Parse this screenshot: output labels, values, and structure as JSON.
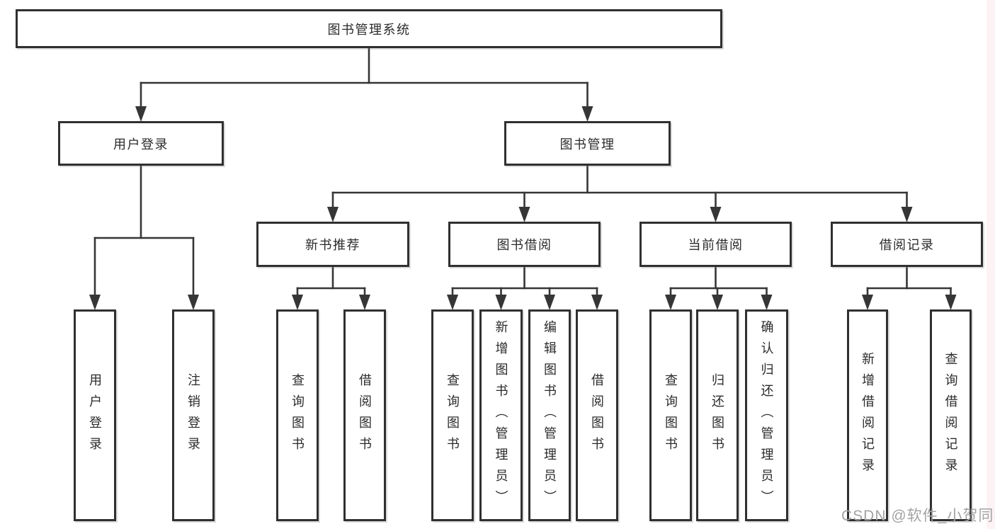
{
  "diagram": {
    "root": {
      "id": "root",
      "label": "图书管理系统",
      "children": [
        {
          "id": "user-login",
          "label": "用户登录",
          "children": [
            {
              "id": "leaf-user-login",
              "label": "用户登录"
            },
            {
              "id": "leaf-logout",
              "label": "注销登录"
            }
          ]
        },
        {
          "id": "book-mgmt",
          "label": "图书管理",
          "children": [
            {
              "id": "new-book-recommend",
              "label": "新书推荐",
              "children": [
                {
                  "id": "leaf-query-book-1",
                  "label": "查询图书"
                },
                {
                  "id": "leaf-borrow-book-1",
                  "label": "借阅图书"
                }
              ]
            },
            {
              "id": "book-borrow",
              "label": "图书借阅",
              "children": [
                {
                  "id": "leaf-query-book-2",
                  "label": "查询图书"
                },
                {
                  "id": "leaf-add-book",
                  "label": "新增图书（管理员）"
                },
                {
                  "id": "leaf-edit-book",
                  "label": "编辑图书（管理员）"
                },
                {
                  "id": "leaf-borrow-book-2",
                  "label": "借阅图书"
                }
              ]
            },
            {
              "id": "current-borrow",
              "label": "当前借阅",
              "children": [
                {
                  "id": "leaf-query-book-3",
                  "label": "查询图书"
                },
                {
                  "id": "leaf-return-book",
                  "label": "归还图书"
                },
                {
                  "id": "leaf-confirm-return",
                  "label": "确认归还（管理员）"
                }
              ]
            },
            {
              "id": "borrow-record",
              "label": "借阅记录",
              "children": [
                {
                  "id": "leaf-add-record",
                  "label": "新增借阅记录"
                },
                {
                  "id": "leaf-query-record",
                  "label": "查询借阅记录"
                }
              ]
            }
          ]
        }
      ]
    }
  },
  "watermark": {
    "text": "CSDN @软件_小贺同学"
  },
  "colors": {
    "line": "#363636",
    "box_border": "#303030",
    "box_fill": "#ffffff",
    "text": "#2b2b2b",
    "background": "#ffffff",
    "watermark": "#a3a3a3",
    "right_edge_tint": "#f9dee3"
  }
}
